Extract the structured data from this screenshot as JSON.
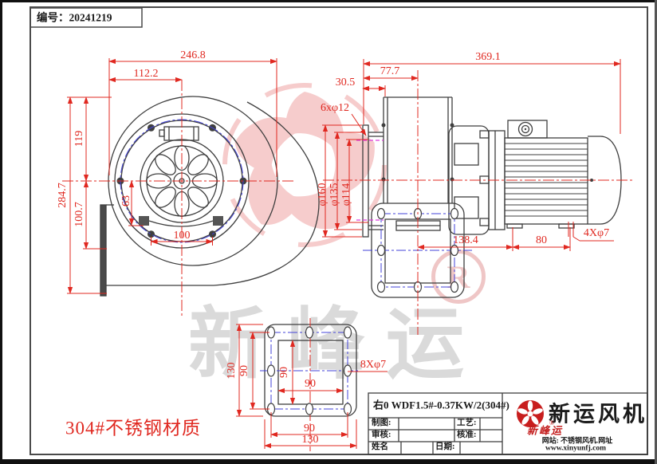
{
  "serial_label": "编号：20241219",
  "material_note": "304#不锈钢材质",
  "dims": {
    "front": {
      "width_total": "246.8",
      "width_center": "112.2",
      "height_top": "119",
      "height_total": "284.7",
      "height_bottom": "100.7",
      "foot_offset": "63",
      "foot_holes": "100"
    },
    "side": {
      "length_total": "369.1",
      "inlet_to_outlet": "77.7",
      "flange_depth": "30.5",
      "inlet_holes": "6xφ12",
      "flange_d1": "φ160",
      "flange_d2": "φ135",
      "flange_d3": "φ114",
      "outlet_to_foot": "138.4",
      "foot_spacing": "80",
      "foot_holes": "4Xφ7"
    },
    "outlet_flange": {
      "outer_v": "130",
      "holes_v": "90",
      "inner_v": "90",
      "inner_h": "90",
      "holes_h": "90",
      "outer_h": "130",
      "holes": "8Xφ7"
    }
  },
  "title_block": {
    "model": "右0 WDF1.5#-0.37KW/2(304#)",
    "fields": {
      "draw": "制图:",
      "process": "工艺:",
      "check": "审核:",
      "approve": "核准:",
      "name": "姓名",
      "date": "日期:"
    },
    "brand": "新运风机",
    "brand_script": "新峰运",
    "registered_mark": "®",
    "website_line1": "网站: 不锈钢风机.网址",
    "website_line2": "www.xinyunfj.com"
  },
  "watermark": {
    "text": "新峰运",
    "registered": "R"
  },
  "colors": {
    "dimension_red": "#e02820",
    "line_dark": "#3f3f3f",
    "center_blue": "#4343d8",
    "magenta": "#dd3cdd",
    "brand_red": "#c81e1e",
    "watermark_pink": "#f6cccc",
    "watermark_gray": "#dadada"
  }
}
